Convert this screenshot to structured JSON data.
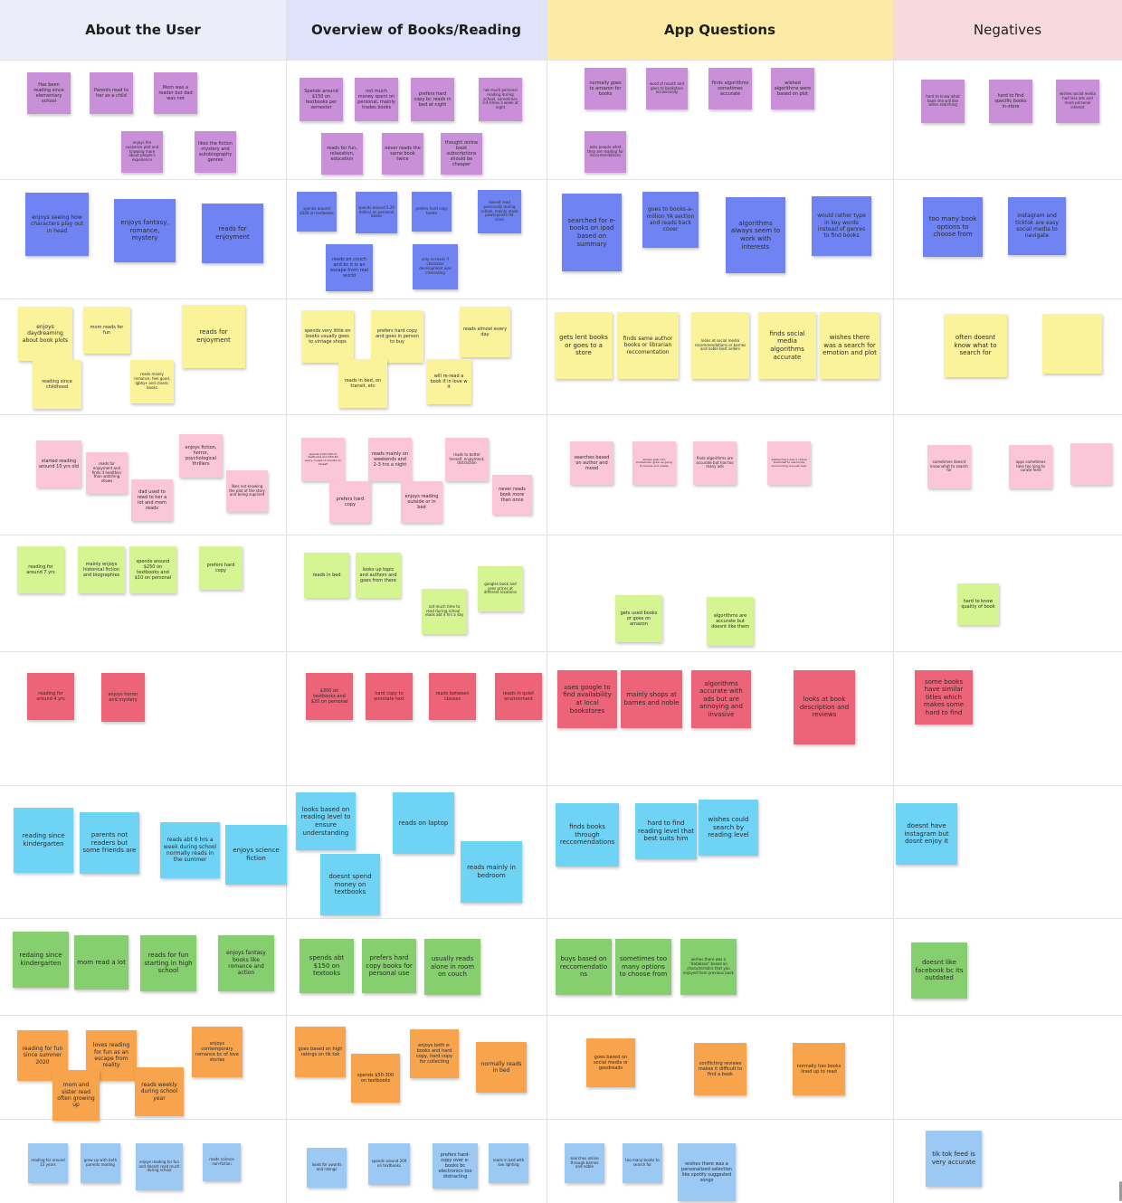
{
  "palette": {
    "purple": "#c98fd8",
    "blue": "#6f84f2",
    "yellow": "#fbf399",
    "pink": "#fbc6d7",
    "lime": "#d5f593",
    "red": "#ed6478",
    "cyan": "#6fd3f6",
    "green": "#86cf6e",
    "orange": "#f7a44c",
    "lightblue": "#9cc8f4"
  },
  "columns": [
    {
      "title": "About the User",
      "bg": "#ebeef8",
      "bold": true
    },
    {
      "title": "Overview of Books/Reading",
      "bg": "#dee3fb",
      "bold": true
    },
    {
      "title": "App Questions",
      "bg": "#fbeba5",
      "bold": true
    },
    {
      "title": "Negatives",
      "bg": "#f8dadc",
      "bold": false
    }
  ],
  "notes": [
    {
      "text": "Has been reading since elementary school",
      "color": "purple"
    },
    {
      "text": "Parents read to her as a child",
      "color": "purple"
    },
    {
      "text": "Mom was a reader but dad was not",
      "color": "purple"
    },
    {
      "text": "enjoys the suspense plot and knowing more about people's experience",
      "color": "purple"
    },
    {
      "text": "likes the fiction mystery and autobiography genres",
      "color": "purple"
    },
    {
      "text": "Spends around $150 on textbooks per semester",
      "color": "purple"
    },
    {
      "text": "not much money spent on personal, mainly trades books",
      "color": "purple"
    },
    {
      "text": "prefers hard copy bc reads in bed at night",
      "color": "purple"
    },
    {
      "text": "not much personal reading during school, sometimes 3-4 times a week at night",
      "color": "purple"
    },
    {
      "text": "reads for fun, relaxation, education",
      "color": "purple"
    },
    {
      "text": "never reads the same book twice",
      "color": "purple"
    },
    {
      "text": "thought online book subscriptions should be cheaper",
      "color": "purple"
    },
    {
      "text": "normally goes to amazon for books",
      "color": "purple"
    },
    {
      "text": "word of mouth and goes to bookstore occasionally",
      "color": "purple"
    },
    {
      "text": "finds algorithms sometimes accurate",
      "color": "purple"
    },
    {
      "text": "wished algorithms were based on plot",
      "color": "purple"
    },
    {
      "text": "asks people what they are reading for reccomendations",
      "color": "purple"
    },
    {
      "text": "hard to know what book she will like when searching",
      "color": "purple"
    },
    {
      "text": "hard to find specific books in-store",
      "color": "purple"
    },
    {
      "text": "wishes social media had less ads and more personal interest",
      "color": "purple"
    },
    {
      "text": "enjoys seeing how characters play out in head",
      "color": "blue"
    },
    {
      "text": "enjoys fantasy, romance, mystery",
      "color": "blue"
    },
    {
      "text": "reads for enjoyment",
      "color": "blue"
    },
    {
      "text": "spends around $200 on textbooks",
      "color": "blue"
    },
    {
      "text": "spends around 5-20 dollars on personal books",
      "color": "blue"
    },
    {
      "text": "prefers hard copy books",
      "color": "blue"
    },
    {
      "text": "doesnt read personally during school, mainly reads powerpoints for class",
      "color": "blue"
    },
    {
      "text": "reads on couch and bc it is an escape from real world",
      "color": "blue"
    },
    {
      "text": "only re-reads if character development was interesting",
      "color": "blue"
    },
    {
      "text": "searched for e-books on ipad based on summary",
      "color": "blue"
    },
    {
      "text": "goes to books-a-million YA section and reads back cover",
      "color": "blue"
    },
    {
      "text": "algorithms always seem to work with interests",
      "color": "blue"
    },
    {
      "text": "would rather type in key words instead of genres to find books",
      "color": "blue"
    },
    {
      "text": "too many book options to choose from",
      "color": "blue"
    },
    {
      "text": "instagram and ticktok are easy social media to navigate",
      "color": "blue"
    },
    {
      "text": "enjoys daydreaming about book plots",
      "color": "yellow"
    },
    {
      "text": "mom reads for fun",
      "color": "yellow"
    },
    {
      "text": "reads for enjoyment",
      "color": "yellow"
    },
    {
      "text": "reading since childhood",
      "color": "yellow"
    },
    {
      "text": "reads mainly romance, feel good, lgbtq+ and classic books",
      "color": "yellow"
    },
    {
      "text": "spends very little on books usually goes to vintage shops",
      "color": "yellow"
    },
    {
      "text": "prefers hard copy and goes in person to buy",
      "color": "yellow"
    },
    {
      "text": "reads almost every day",
      "color": "yellow"
    },
    {
      "text": "reads in bed, on transit, etc",
      "color": "yellow"
    },
    {
      "text": "will re-read a book if in love w it",
      "color": "yellow"
    },
    {
      "text": "gets lent books or goes to a store",
      "color": "yellow"
    },
    {
      "text": "finds same author books or librarian reccomentation",
      "color": "yellow"
    },
    {
      "text": "looks at social media recommendations or barnes and noble best sellers",
      "color": "yellow"
    },
    {
      "text": "finds social media algorithms accurate",
      "color": "yellow"
    },
    {
      "text": "wishes there was a search for emotion and plot",
      "color": "yellow"
    },
    {
      "text": "often doesnt know what to search for",
      "color": "yellow"
    },
    {
      "text": "",
      "color": "yellow"
    },
    {
      "text": "started reading around 10 yrs old",
      "color": "pink"
    },
    {
      "text": "reads for enjoyment and finds it healthier than watching shows",
      "color": "pink"
    },
    {
      "text": "enjoys fiction, horror, psychological thrillers",
      "color": "pink"
    },
    {
      "text": "dad used to read to her a lot and mom reads",
      "color": "pink"
    },
    {
      "text": "likes not knowing the plot of the story and being suprised",
      "color": "pink"
    },
    {
      "text": "spends $100-200 on textbooks and $50-80 every couple of months on herself",
      "color": "pink"
    },
    {
      "text": "reads mainly on weekends and 2-3 hrs a night",
      "color": "pink"
    },
    {
      "text": "reads to better herself, enjoyment, distraction",
      "color": "pink"
    },
    {
      "text": "prefers hard copy",
      "color": "pink"
    },
    {
      "text": "enjoys reading outside or in bed",
      "color": "pink"
    },
    {
      "text": "never reads book more than once",
      "color": "pink"
    },
    {
      "text": "searches based on author and mood",
      "color": "pink"
    },
    {
      "text": "always goes into bookstores, grew up going to barnes and nobles",
      "color": "pink"
    },
    {
      "text": "finds algorithms are accurate but has too many ads",
      "color": "pink"
    },
    {
      "text": "wishes there was a virtual bookshelf to see books surrounding one just read",
      "color": "pink"
    },
    {
      "text": "sometimes doesnt know what to search for",
      "color": "pink"
    },
    {
      "text": "apps sometimes take too long to curate feed",
      "color": "pink"
    },
    {
      "text": "",
      "color": "pink"
    },
    {
      "text": "reading for around 7 yrs",
      "color": "lime"
    },
    {
      "text": "mainly enjoys historical fiction and biographies",
      "color": "lime"
    },
    {
      "text": "spends around $250 on textbooks and $10 on personal",
      "color": "lime"
    },
    {
      "text": "prefers hard copy",
      "color": "lime"
    },
    {
      "text": "reads in bed",
      "color": "lime"
    },
    {
      "text": "looks up topic and authors and goes from there",
      "color": "lime"
    },
    {
      "text": "googles book and sees prices at different locations",
      "color": "lime"
    },
    {
      "text": "not much time to read during school - reads abt 4 hrs a day",
      "color": "lime"
    },
    {
      "text": "gets used books or goes on amazon",
      "color": "lime"
    },
    {
      "text": "algorithms are accurate but doesnt like them",
      "color": "lime"
    },
    {
      "text": "hard to know quality of book",
      "color": "lime"
    },
    {
      "text": "reading for around 4 yrs",
      "color": "red"
    },
    {
      "text": "enjoys horror and mystery",
      "color": "red"
    },
    {
      "text": "$300 on textbooks and $20 on personal",
      "color": "red"
    },
    {
      "text": "hard copy to annotate text",
      "color": "red"
    },
    {
      "text": "reads between classes",
      "color": "red"
    },
    {
      "text": "reads in quiet environment",
      "color": "red"
    },
    {
      "text": "uses google to find availability at local bookstores",
      "color": "red"
    },
    {
      "text": "mainly shops at barnes and noble",
      "color": "red"
    },
    {
      "text": "algorithms accurate with ads but are annoying and invasive",
      "color": "red"
    },
    {
      "text": "looks at book description and reviews",
      "color": "red"
    },
    {
      "text": "some books have similar titles which makes some hard to find",
      "color": "red"
    },
    {
      "text": "reading since kindergarten",
      "color": "cyan"
    },
    {
      "text": "parents not readers but some friends are",
      "color": "cyan"
    },
    {
      "text": "reads abt 6 hrs a week during school normally reads in the summer",
      "color": "cyan"
    },
    {
      "text": "enjoys science fiction",
      "color": "cyan"
    },
    {
      "text": "looks based on reading level to ensure understanding",
      "color": "cyan"
    },
    {
      "text": "reads on laptop",
      "color": "cyan"
    },
    {
      "text": "doesnt spend money on textbooks",
      "color": "cyan"
    },
    {
      "text": "reads mainly in bedroom",
      "color": "cyan"
    },
    {
      "text": "finds books through reccomendations",
      "color": "cyan"
    },
    {
      "text": "hard to find reading level that best suits him",
      "color": "cyan"
    },
    {
      "text": "wishes could search by reading level",
      "color": "cyan"
    },
    {
      "text": "doesnt have instagram but dosnt enjoy it",
      "color": "cyan"
    },
    {
      "text": "redaing since kindergarten",
      "color": "green"
    },
    {
      "text": "mom read a lot",
      "color": "green"
    },
    {
      "text": "reads for fun starting in high school",
      "color": "green"
    },
    {
      "text": "enjoys fantasy books like romance and action",
      "color": "green"
    },
    {
      "text": "spends abt $150 on textooks",
      "color": "green"
    },
    {
      "text": "prefers hard copy books for personal use",
      "color": "green"
    },
    {
      "text": "usually reads alone in room on couch",
      "color": "green"
    },
    {
      "text": "buys based on reccomendations",
      "color": "green"
    },
    {
      "text": "sometimes too many options to choose from",
      "color": "green"
    },
    {
      "text": "wishes there was a \"database\" based on characteristics that you enjoyed from previous book",
      "color": "green"
    },
    {
      "text": "doesnt like facebook bc its outdated",
      "color": "green"
    },
    {
      "text": "reading for fun since summer 2020",
      "color": "orange"
    },
    {
      "text": "loves reading for fun as an escape from reality",
      "color": "orange"
    },
    {
      "text": "enjoys contemporary romance bc of love stories",
      "color": "orange"
    },
    {
      "text": "reads weekly during school year",
      "color": "orange"
    },
    {
      "text": "mom and sister read often growing up",
      "color": "orange"
    },
    {
      "text": "goes based on high ratings on tik tok",
      "color": "orange"
    },
    {
      "text": "enjoys both e-books and hard copy, hard copy for collecting",
      "color": "orange"
    },
    {
      "text": "spends $50-300 on textbooks",
      "color": "orange"
    },
    {
      "text": "normally reads in bed",
      "color": "orange"
    },
    {
      "text": "goes based on social media or goodreads",
      "color": "orange"
    },
    {
      "text": "conflicting reviews makes it difficult to find a book",
      "color": "orange"
    },
    {
      "text": "normally has books lined up to read",
      "color": "orange"
    },
    {
      "text": "reading for around 15 years",
      "color": "lightblue"
    },
    {
      "text": "grew up with both parents reading",
      "color": "lightblue"
    },
    {
      "text": "enjoys reading for fun and doesnt read much during school",
      "color": "lightblue"
    },
    {
      "text": "reads science non-fiction",
      "color": "lightblue"
    },
    {
      "text": "looks for awards and ratings",
      "color": "lightblue"
    },
    {
      "text": "spends around 200 on textbooks",
      "color": "lightblue"
    },
    {
      "text": "prefers hard-copy over e-books bc electronics too distracting",
      "color": "lightblue"
    },
    {
      "text": "reads in bed with low lighting",
      "color": "lightblue"
    },
    {
      "text": "searches online through barnes and noble",
      "color": "lightblue"
    },
    {
      "text": "too many books to search for",
      "color": "lightblue"
    },
    {
      "text": "wishes there was a personalized selection like spotify suggested songs",
      "color": "lightblue"
    },
    {
      "text": "tik tok feed is very accurate",
      "color": "lightblue"
    }
  ]
}
